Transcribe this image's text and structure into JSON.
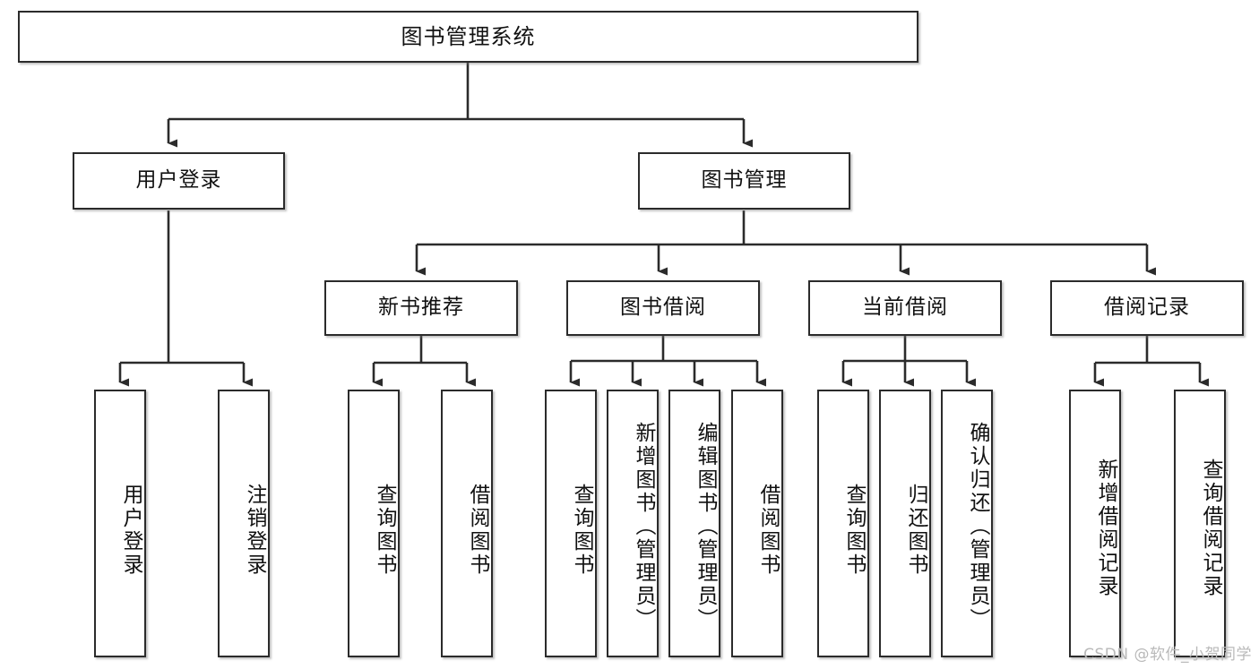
{
  "diagram": {
    "title": "图书管理系统",
    "type": "tree-hierarchy",
    "watermark": "CSDN @软件_小贺同学",
    "colors": {
      "node_border": "#2b2b2b",
      "node_fill": "#ffffff",
      "edge": "#2b2b2b",
      "text": "#111111",
      "watermark": "#b9b9b9"
    },
    "nodes": {
      "root": {
        "label": "图书管理系统",
        "level": 1
      },
      "l2_user_login": {
        "label": "用户登录",
        "level": 2
      },
      "l2_book_manage": {
        "label": "图书管理",
        "level": 2
      },
      "l3_new_book_rec": {
        "label": "新书推荐",
        "level": 3
      },
      "l3_book_borrow": {
        "label": "图书借阅",
        "level": 3
      },
      "l3_current_borrow": {
        "label": "当前借阅",
        "level": 3
      },
      "l3_borrow_record": {
        "label": "借阅记录",
        "level": 3
      },
      "l4_user_login": {
        "label": "用户登录",
        "level": 4
      },
      "l4_logout_login": {
        "label": "注销登录",
        "level": 4
      },
      "l4_query_book_a": {
        "label": "查询图书",
        "level": 4
      },
      "l4_borrow_book_a": {
        "label": "借阅图书",
        "level": 4
      },
      "l4_query_book_b": {
        "label": "查询图书",
        "level": 4
      },
      "l4_add_book": {
        "label": "新增图书（管理员）",
        "level": 4
      },
      "l4_edit_book": {
        "label": "编辑图书（管理员）",
        "level": 4
      },
      "l4_borrow_book_b": {
        "label": "借阅图书",
        "level": 4
      },
      "l4_query_book_c": {
        "label": "查询图书",
        "level": 4
      },
      "l4_return_book": {
        "label": "归还图书",
        "level": 4
      },
      "l4_confirm_return": {
        "label": "确认归还（管理员）",
        "level": 4
      },
      "l4_add_record": {
        "label": "新增借阅记录",
        "level": 4
      },
      "l4_query_record": {
        "label": "查询借阅记录",
        "level": 4
      }
    }
  }
}
